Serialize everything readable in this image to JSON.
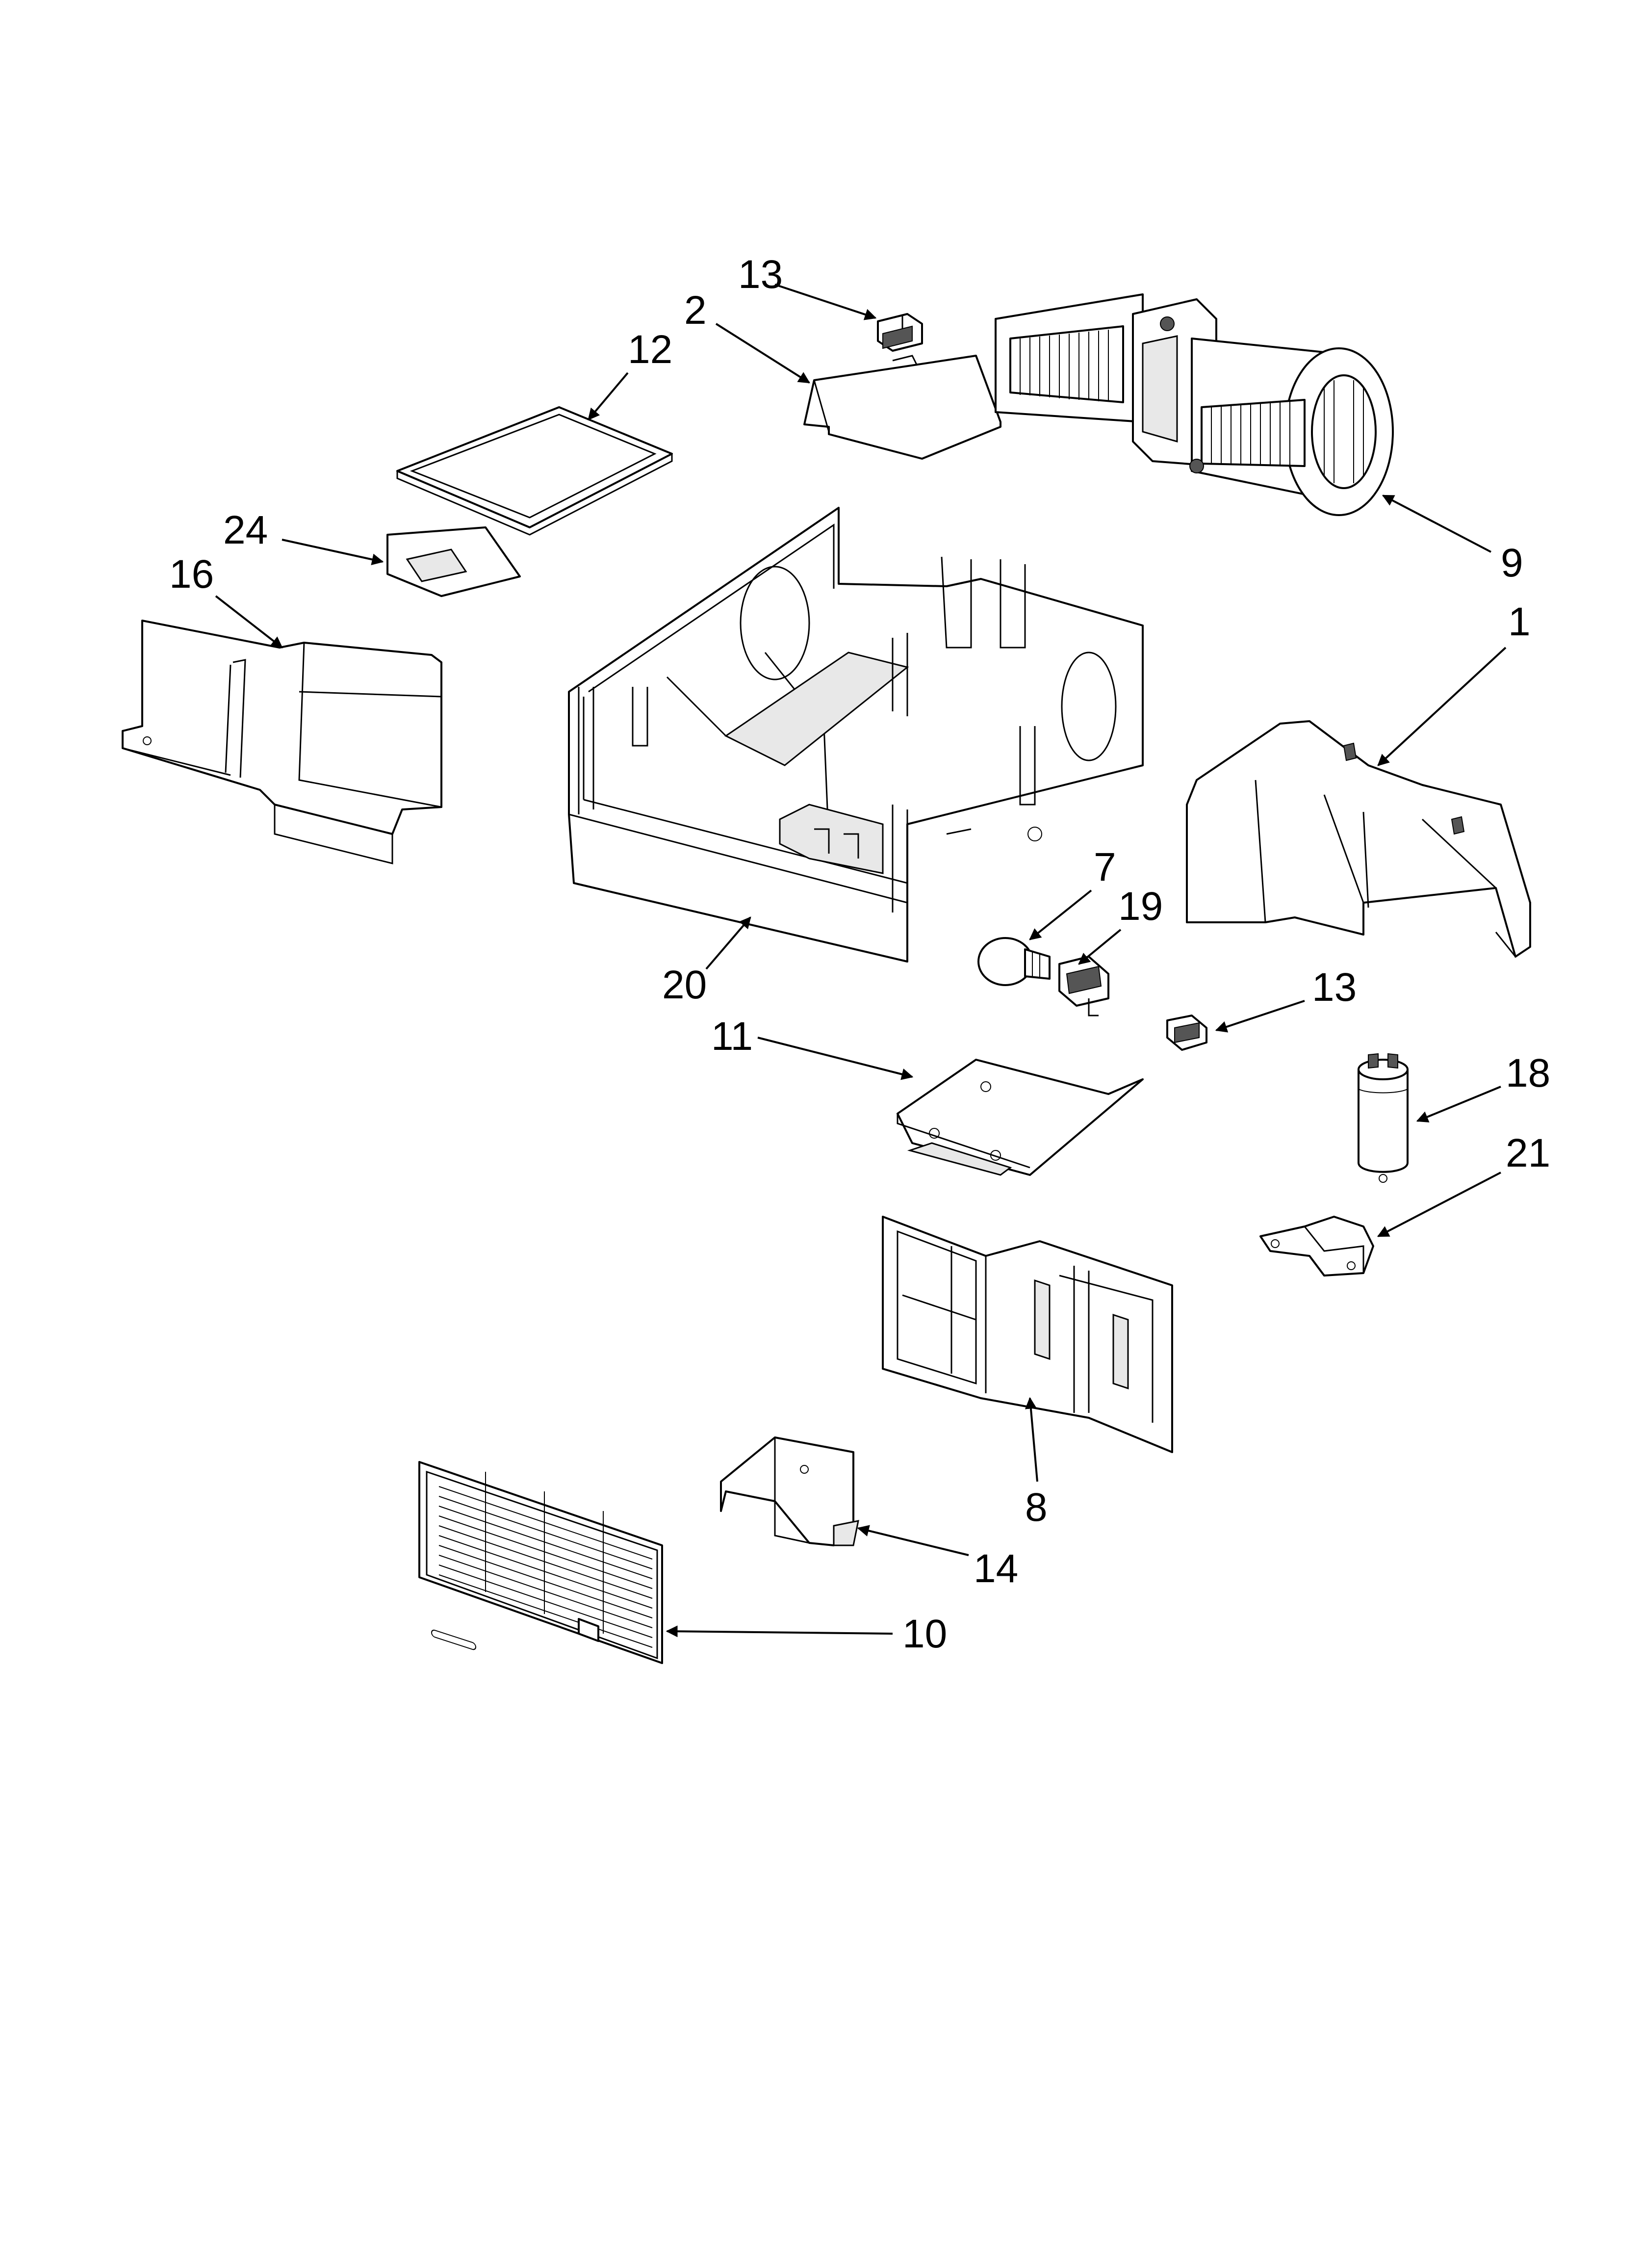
{
  "callouts": {
    "c13a": "13",
    "c2": "2",
    "c12": "12",
    "c24": "24",
    "c16": "16",
    "c9": "9",
    "c1": "1",
    "c20": "20",
    "c7": "7",
    "c19": "19",
    "c13b": "13",
    "c11": "11",
    "c18": "18",
    "c21": "21",
    "c8": "8",
    "c14": "14",
    "c10": "10"
  }
}
